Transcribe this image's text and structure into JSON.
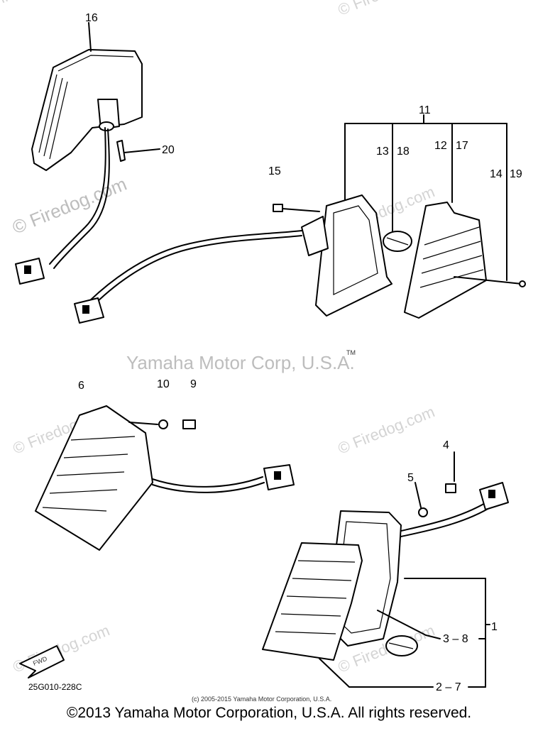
{
  "watermarks": {
    "firedog": "© Firedog.com",
    "yamaha": "Yamaha Motor Corp, U.S.A.",
    "tm": "TM"
  },
  "parts": {
    "p16": "16",
    "p20": "20",
    "p11": "11",
    "p13": "13",
    "p18": "18",
    "p12": "12",
    "p17": "17",
    "p14": "14",
    "p19": "19",
    "p15": "15",
    "p6": "6",
    "p10": "10",
    "p9": "9",
    "p4": "4",
    "p5": "5",
    "p1": "1",
    "p3_8": "3 – 8",
    "p2_7": "2 – 7"
  },
  "fwd": "FWD",
  "diagram_code": "25G010-228C",
  "small_copyright": "(c) 2005-2015 Yamaha Motor Corporation, U.S.A.",
  "copyright": "©2013 Yamaha Motor Corporation, U.S.A. All rights reserved."
}
